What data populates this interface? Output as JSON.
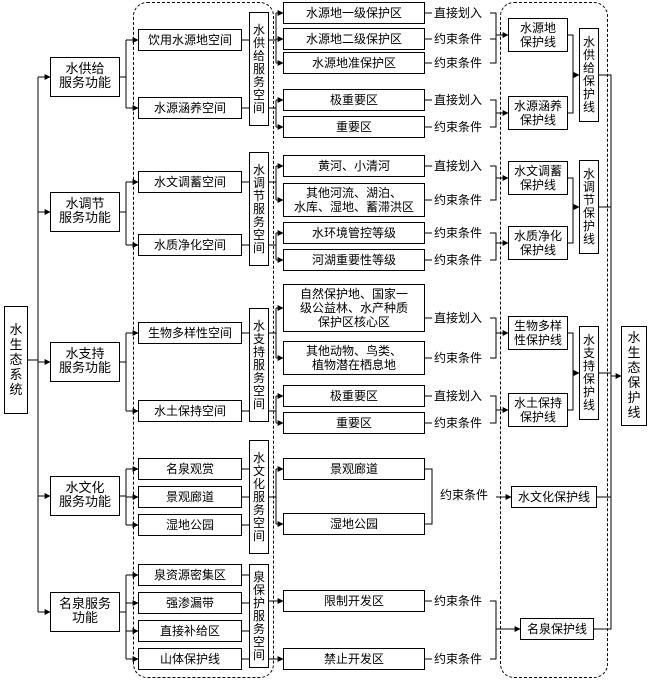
{
  "root": "水生态系统",
  "result": "水生态保护线",
  "functions": [
    {
      "key": "supply",
      "label": "水供给\n服务功能"
    },
    {
      "key": "regulate",
      "label": "水调节\n服务功能"
    },
    {
      "key": "support",
      "label": "水支持\n服务功能"
    },
    {
      "key": "culture",
      "label": "水文化\n服务功能"
    },
    {
      "key": "spring",
      "label": "名泉服务\n功能"
    }
  ],
  "subspaces": [
    "饮用水源地空间",
    "水源涵养空间",
    "水文调蓄空间",
    "水质净化空间",
    "生物多样性空间",
    "水土保持空间",
    "名泉观赏",
    "景观廊道",
    "湿地公园",
    "泉资源密集区",
    "强渗漏带",
    "直接补给区",
    "山体保护线"
  ],
  "service_spaces": [
    "水供给服务空间",
    "水调节服务空间",
    "水支持服务空间",
    "水文化服务空间",
    "泉保护服务空间"
  ],
  "zones": [
    "水源地一级保护区",
    "水源地二级保护区",
    "水源地准保护区",
    "极重要区",
    "重要区",
    "黄河、小清河",
    "其他河流、湖泊、\n水库、湿地、蓄滞洪区",
    "水环境管控等级",
    "河湖重要性等级",
    "自然保护地、国家一\n级公益林、水产种质\n保护区核心区",
    "其他动物、鸟类、\n植物潜在栖息地",
    "极重要区",
    "重要区",
    "景观廊道",
    "湿地公园",
    "限制开发区",
    "禁止开发区"
  ],
  "relations": {
    "direct": "直接划入",
    "constraint": "约束条件"
  },
  "protection_lines": [
    "水源地\n保护线",
    "水源涵养\n保护线",
    "水文调蓄\n保护线",
    "水质净化\n保护线",
    "生物多样\n性保护线",
    "水土保持\n保护线",
    "水文化保护线",
    "名泉保护线"
  ],
  "function_lines": [
    "水供给保护线",
    "水调节保护线",
    "水支持保护线"
  ]
}
